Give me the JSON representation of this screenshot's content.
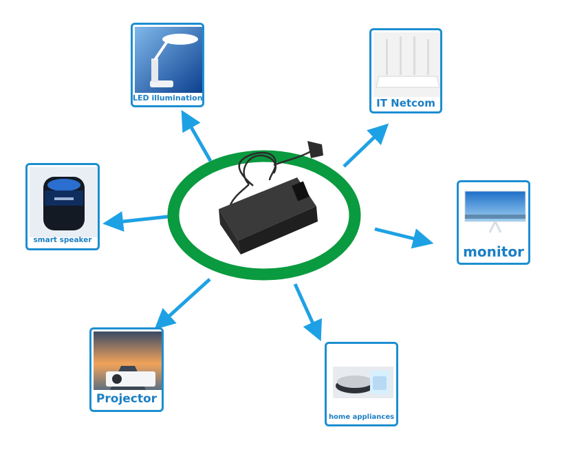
{
  "center": {
    "name": "power adapter",
    "ring_color": "#0a9a3f"
  },
  "arrow_color": "#1ea1e4",
  "card_border_color": "#1c8ed0",
  "label_color": "#1c7fc4",
  "devices": [
    {
      "id": "led",
      "label": "LED illumination"
    },
    {
      "id": "it",
      "label": "IT Netcom"
    },
    {
      "id": "speaker",
      "label": "smart speaker"
    },
    {
      "id": "monitor",
      "label": "monitor"
    },
    {
      "id": "projector",
      "label": "Projector"
    },
    {
      "id": "home",
      "label": "home appliances"
    }
  ]
}
